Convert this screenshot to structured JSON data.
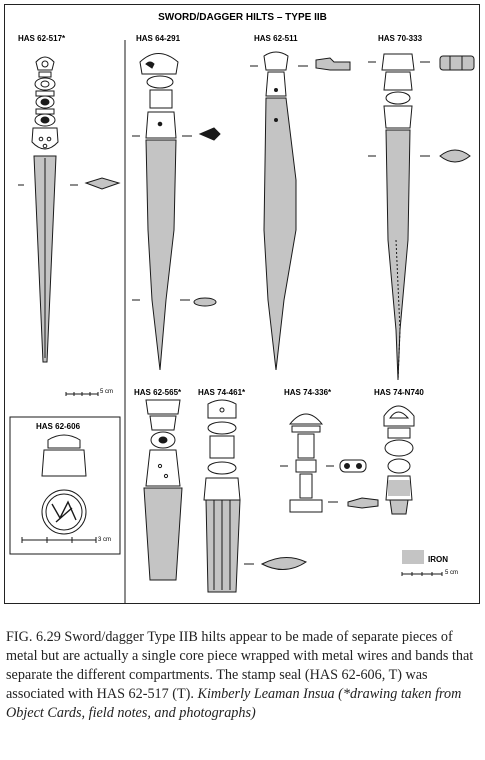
{
  "plate_title": "SWORD/DAGGER HILTS – TYPE IIB",
  "labels": {
    "a": "HAS 62-517*",
    "b": "HAS 64-291",
    "c": "HAS 62-511",
    "d": "HAS 70-333",
    "e": "HAS 62-606",
    "f": "HAS 62-565*",
    "g": "HAS 74-461*",
    "h": "HAS 74-336*",
    "i": "HAS 74-N740"
  },
  "scales": {
    "main": "5 cm",
    "seal": "3 cm",
    "legend": "5 cm"
  },
  "legend_label": "IRON",
  "colors": {
    "iron": "#c4c4c4",
    "line": "#1a1a1a"
  },
  "caption": {
    "body": "FIG. 6.29   Sword/dagger Type IIB hilts appear to be made of separate pieces of metal but are actually a single core piece wrapped with metal wires and bands that separate the different compartments. The stamp seal (HAS 62-606, T) was associated with HAS 62-517 (T).",
    "credit": "Kimberly Leaman Insua (*drawing taken from Object Cards, field notes, and photographs)"
  }
}
